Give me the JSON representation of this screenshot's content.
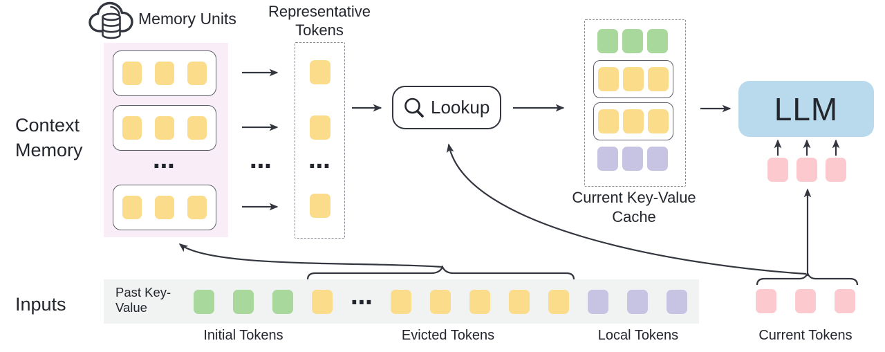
{
  "colors": {
    "yellow": "#FBDC8B",
    "green": "#A9D89D",
    "purple": "#C6C4E2",
    "pink": "#FBC9CE",
    "llm_blue": "#B9DAEC",
    "memory_bg": "#F9EEF7",
    "strip_bg": "#F1F3F2",
    "line": "#33363E",
    "text": "#23262D",
    "box_border": "#5A5F6A",
    "dash_border": "#878C95"
  },
  "labels": {
    "memory_units": "Memory Units",
    "representative_tokens": "Representative Tokens",
    "context_memory": "Context Memory",
    "lookup": "Lookup",
    "current_kv_cache": "Current Key-Value Cache",
    "llm": "LLM",
    "inputs": "Inputs",
    "past_key_value": "Past Key-Value",
    "initial_tokens": "Initial Tokens",
    "evicted_tokens": "Evicted Tokens",
    "local_tokens": "Local Tokens",
    "current_tokens": "Current Tokens",
    "ellipsis": "⋯"
  },
  "memory_panel": {
    "units": [
      [
        "yellow",
        "yellow",
        "yellow"
      ],
      [
        "yellow",
        "yellow",
        "yellow"
      ],
      [
        "yellow",
        "yellow",
        "yellow"
      ]
    ]
  },
  "representative_column": {
    "tokens": [
      "yellow",
      "yellow",
      "yellow"
    ]
  },
  "cache": {
    "rows": [
      {
        "style": "plain",
        "tokens": [
          "green",
          "green",
          "green"
        ]
      },
      {
        "style": "boxed",
        "tokens": [
          "yellow",
          "yellow",
          "yellow"
        ]
      },
      {
        "style": "boxed",
        "tokens": [
          "yellow",
          "yellow",
          "yellow"
        ]
      },
      {
        "style": "plain",
        "tokens": [
          "purple",
          "purple",
          "purple"
        ]
      }
    ]
  },
  "llm": {
    "input_tokens": [
      "pink",
      "pink",
      "pink"
    ]
  },
  "inputs_row": {
    "initial_tokens": [
      "green",
      "green",
      "green"
    ],
    "evicted_tokens_before_gap": [
      "yellow"
    ],
    "evicted_tokens_after_gap": [
      "yellow",
      "yellow",
      "yellow",
      "yellow",
      "yellow"
    ],
    "local_tokens": [
      "purple",
      "purple",
      "purple"
    ],
    "current_tokens": [
      "pink",
      "pink",
      "pink"
    ]
  }
}
